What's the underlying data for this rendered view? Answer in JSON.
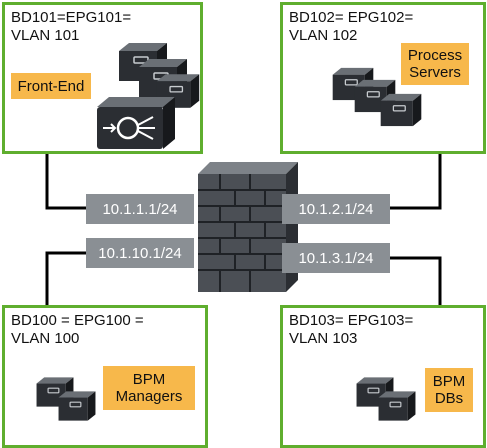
{
  "segments": [
    {
      "id": "bd101",
      "title": "BD101=EPG101=\nVLAN 101",
      "tag": "Front-End",
      "ip": "10.1.1.1/24"
    },
    {
      "id": "bd102",
      "title": "BD102= EPG102=\nVLAN 102",
      "tag": "Process\nServers",
      "ip": "10.1.2.1/24"
    },
    {
      "id": "bd100",
      "title": "BD100 = EPG100 =\nVLAN 100",
      "tag": "BPM\nManagers",
      "ip": "10.1.10.1/24"
    },
    {
      "id": "bd103",
      "title": "BD103= EPG103=\nVLAN 103",
      "tag": "BPM\nDBs",
      "ip": "10.1.3.1/24"
    }
  ],
  "icons": {
    "firewall": "firewall-icon",
    "server": "server-icon",
    "load_balancer": "load-balancer-icon"
  },
  "colors": {
    "box_border": "#5fae2e",
    "tag_fill": "#f7b84b",
    "ip_fill": "#8a8f94"
  }
}
